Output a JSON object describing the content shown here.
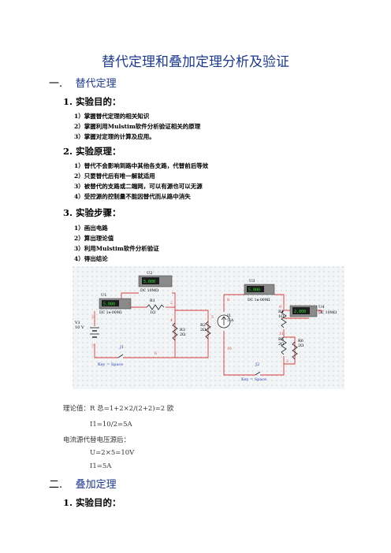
{
  "doc": {
    "title": "替代定理和叠加定理分析及验证",
    "section1": {
      "number": "一.",
      "title": "替代定理",
      "subsections": [
        {
          "heading": "1. 实验目的：",
          "items": [
            "1）掌握替代定理的相关知识",
            "2）掌握利用Mulstim软件分析验证相关的原理",
            "3）掌握对定理的计算及应用。"
          ]
        },
        {
          "heading": "2. 实验原理：",
          "items": [
            "1）替代不会影响到路中其他各支路，代替前后等效",
            "2）只要替代后有唯一解就适用",
            "3）被替代的支路或二端网，可以有源也可以无源",
            "4）受控源的控制量不能因替代而从路中消失"
          ]
        },
        {
          "heading": "3. 实验步骤：",
          "items": [
            "1）画出电路",
            "2）算出理论值",
            "3）利用Mulstim软件分析验证",
            "4）得出结论"
          ]
        }
      ]
    },
    "calc": {
      "line1": "理论值：R 总=1+2×2/(2+2)=2 欧",
      "line2": "I1=10/2=5A",
      "line3": "电流源代替电压源后：",
      "line4": "U=2×5=10V",
      "line5": "I1=5A"
    },
    "section2": {
      "number": "二.",
      "title": "叠加定理",
      "heading": "1. 实验目的："
    }
  },
  "circuit": {
    "left": {
      "u2": {
        "label": "U2",
        "reading": "5.000",
        "mode": "DC 10MΩ"
      },
      "u1": {
        "label": "U1",
        "reading": "5.000",
        "mode": "DC 1e-009Ω"
      },
      "v1": {
        "label": "V1",
        "value": "10 V"
      },
      "r1": {
        "label": "R1",
        "value": "1Ω"
      },
      "r3": {
        "label": "R3",
        "value": "2Ω"
      },
      "r2": {
        "label": "R2",
        "value": "2Ω"
      },
      "switch": {
        "label": "J1",
        "key": "Key = Space"
      },
      "nodes": [
        "3",
        "1",
        "2",
        "4",
        "7",
        "5",
        "6"
      ]
    },
    "right": {
      "u3": {
        "label": "U3",
        "reading": "5.000",
        "mode": "DC 1e-009Ω"
      },
      "u4": {
        "label": "U4",
        "reading": "2.000",
        "mode": "DC 10MΩ"
      },
      "i1": {
        "label": "I1",
        "value": "5 A"
      },
      "r4": {
        "label": "R4",
        "value": "1Ω"
      },
      "r5": {
        "label": "R5",
        "value": "2Ω"
      },
      "r6": {
        "label": "R6",
        "value": "2Ω"
      },
      "switch": {
        "label": "J2",
        "key": "Key = Space"
      },
      "nodes": [
        "8",
        "9",
        "11",
        "10",
        "3"
      ]
    }
  }
}
